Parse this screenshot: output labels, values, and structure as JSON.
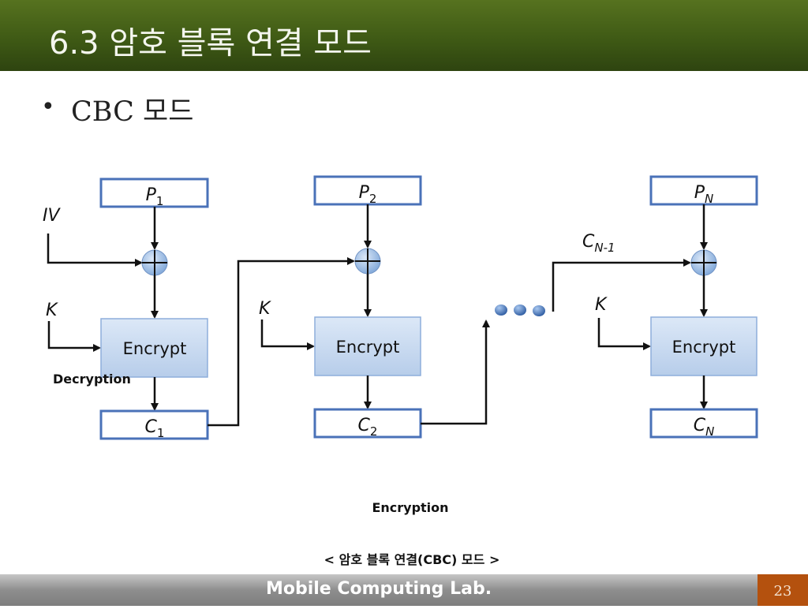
{
  "slide": {
    "title": "6.3 암호 블록 연결 모드",
    "bullet_symbol": "•",
    "bullet": "CBC 모드"
  },
  "diagram": {
    "plaintexts": [
      {
        "main": "P",
        "sub": "1"
      },
      {
        "main": "P",
        "sub": "2"
      },
      {
        "main": "P",
        "sub": "N"
      }
    ],
    "ciphertexts": [
      {
        "main": "C",
        "sub": "1"
      },
      {
        "main": "C",
        "sub": "2"
      },
      {
        "main": "C",
        "sub": "N"
      }
    ],
    "iv_label": "IV",
    "key_label": "K",
    "prev_cipher": {
      "main": "C",
      "sub": "N-1"
    },
    "encrypt_label": "Encrypt",
    "decryption_label": "Decryption",
    "encryption_label": "Encryption",
    "caption": "< 암호 블록 연결(CBC) 모드 >"
  },
  "footer": {
    "lab": "Mobile Computing Lab.",
    "page": "23"
  },
  "colors": {
    "title_bar": "#3f5a15",
    "box_border": "#4a72b8",
    "encrypt_fill": "#c6d9f1",
    "xor_fill": "#8fb4e3",
    "page_badge": "#b4510e"
  }
}
